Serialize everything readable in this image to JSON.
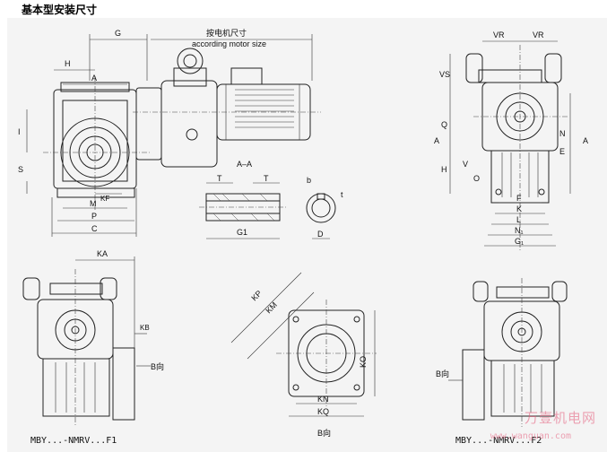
{
  "page_title": "基本型安装尺寸",
  "labels": {
    "G": "G",
    "H": "H",
    "A": "A",
    "I": "I",
    "S": "S",
    "KF": "KF",
    "M": "M",
    "P": "P",
    "C": "C",
    "motor_cn": "按电机尺寸",
    "motor_en": "according motor size",
    "section": "A–A",
    "T": "T",
    "G1": "G1",
    "b": "b",
    "t": "t",
    "D": "D",
    "VR": "VR",
    "VS": "VS",
    "Q": "Q",
    "N": "N",
    "E": "E",
    "V": "V",
    "O": "O",
    "F": "F",
    "K": "K",
    "L": "L",
    "N1": "N₁",
    "G1b": "G₁",
    "KA": "KA",
    "KB": "KB",
    "B_dir": "B向",
    "KP": "KP",
    "KM": "KM",
    "KO": "KO",
    "KN": "KN",
    "KQ": "KQ"
  },
  "captions": {
    "f1": "MBY...-NMRV...F1",
    "b_view": "B向",
    "f2": "MBY...-NMRV...F2"
  },
  "watermark": {
    "cn": "万壹机电网",
    "url": "www.wanguan.com",
    "color": "#e55a7a"
  }
}
